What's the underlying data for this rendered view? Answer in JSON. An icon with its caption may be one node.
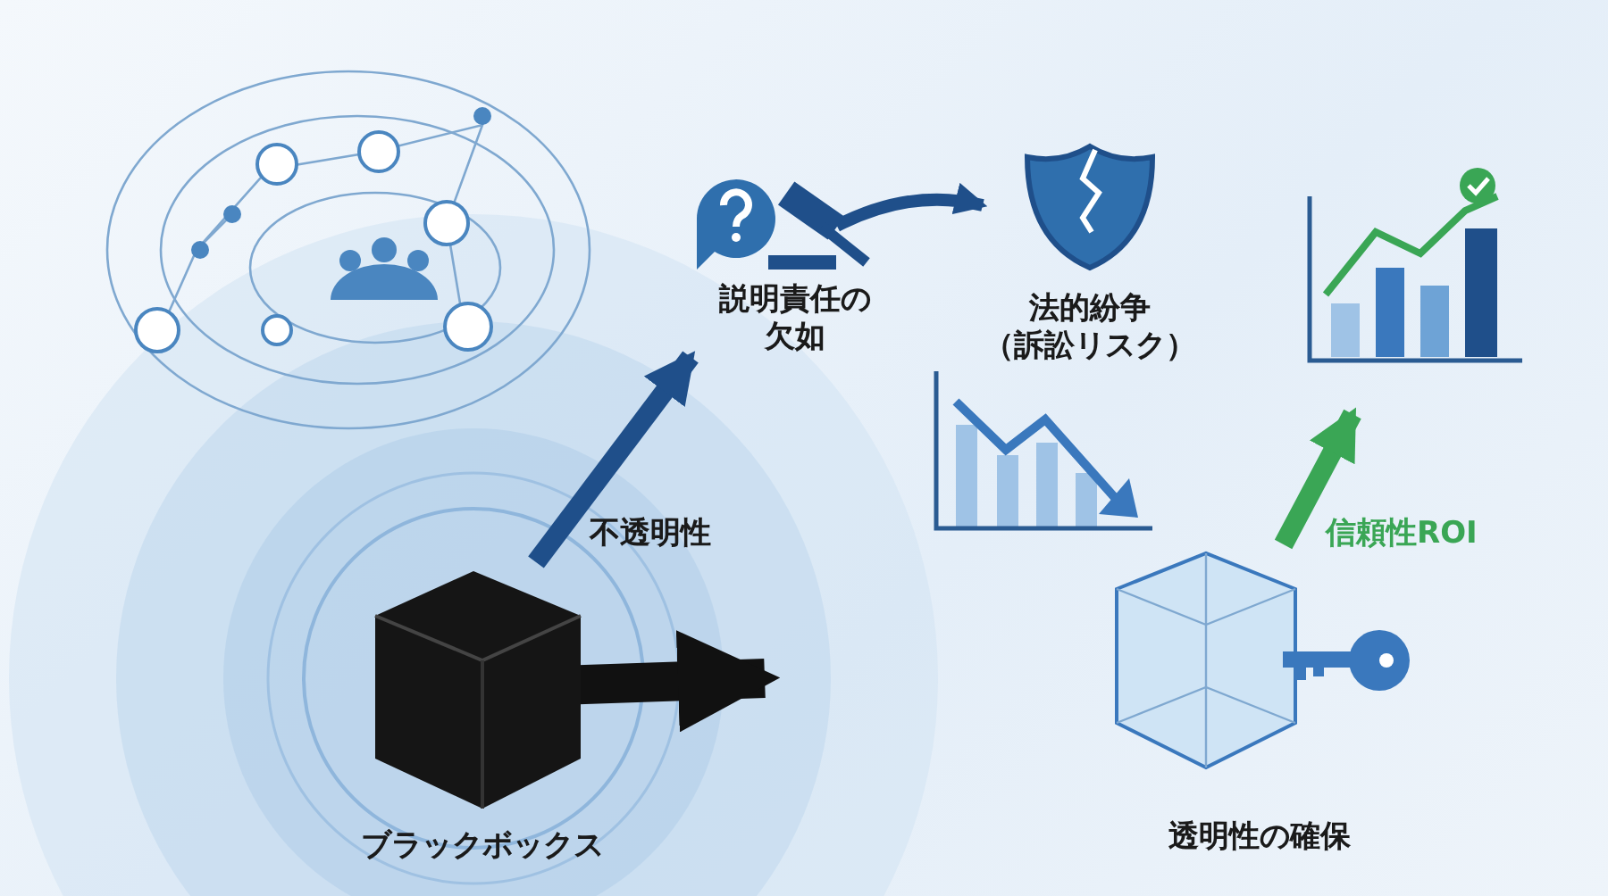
{
  "diagram": {
    "nodes": [
      {
        "text": [
          "ブラックボックス"
        ]
      },
      {
        "text": [
          "説明責任の欠如"
        ]
      },
      {
        "text": [
          "法的紛争（訴訟リスク）"
        ]
      },
      {
        "text": [
          "透明性の確保"
        ]
      }
    ],
    "edges": [
      {
        "from": 0,
        "to": 1,
        "arrow": "to",
        "label": "不透明性"
      },
      {
        "from": 1,
        "to": 2,
        "arrow": "to"
      },
      {
        "from": 0,
        "to": null,
        "arrow": "to",
        "style": "thick",
        "color": "#111111"
      },
      {
        "from": 3,
        "to": null,
        "arrow": "to",
        "label": "信頼性ROI",
        "color": "#3aa655"
      }
    ]
  }
}
